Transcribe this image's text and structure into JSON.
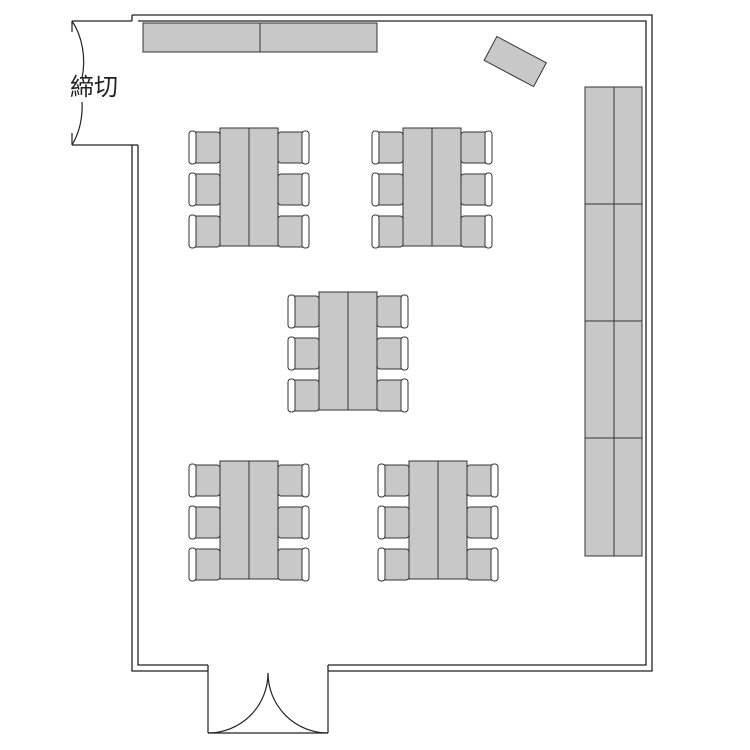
{
  "room": {
    "door_label": "締切"
  },
  "colors": {
    "furniture_fill": "#c8c8c8",
    "stroke": "#333333",
    "background": "#ffffff"
  },
  "furniture": {
    "table_groups": [
      {
        "name": "table-group-top-left",
        "chairs_per_side": 3
      },
      {
        "name": "table-group-top-right",
        "chairs_per_side": 3
      },
      {
        "name": "table-group-center",
        "chairs_per_side": 3
      },
      {
        "name": "table-group-bottom-left",
        "chairs_per_side": 3
      },
      {
        "name": "table-group-bottom-right",
        "chairs_per_side": 3
      }
    ],
    "top_counter_segments": 2,
    "right_counter_modules": 4
  }
}
